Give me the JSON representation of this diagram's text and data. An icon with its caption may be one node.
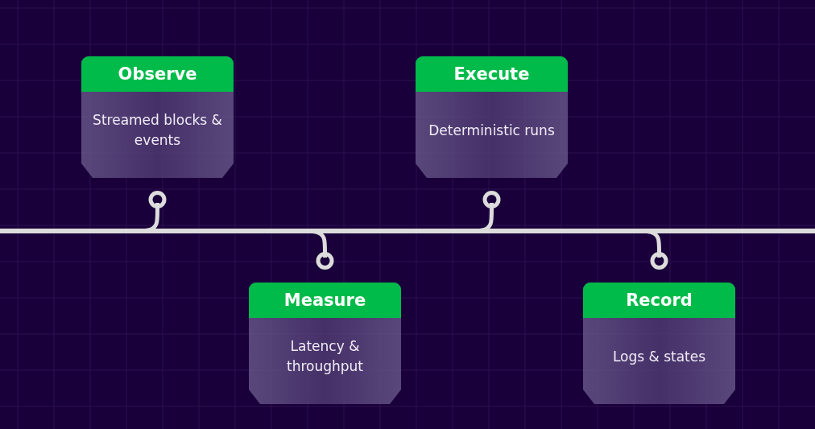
{
  "diagram": {
    "nodes": [
      {
        "text": [],
        "shape": "bar"
      },
      {
        "text": [
          "Observe",
          "Streamed blocks & events"
        ]
      },
      {
        "text": [
          "Measure",
          "Latency & throughput"
        ]
      },
      {
        "text": [
          "Execute",
          "Deterministic runs"
        ]
      },
      {
        "text": [
          "Record",
          "Logs & states"
        ]
      }
    ],
    "edges": [
      {
        "from": 0,
        "to": 1,
        "arrow": "other"
      },
      {
        "from": 0,
        "to": 2,
        "arrow": "other"
      },
      {
        "from": 0,
        "to": 3,
        "arrow": "other"
      },
      {
        "from": 0,
        "to": 4,
        "arrow": "other"
      }
    ]
  }
}
